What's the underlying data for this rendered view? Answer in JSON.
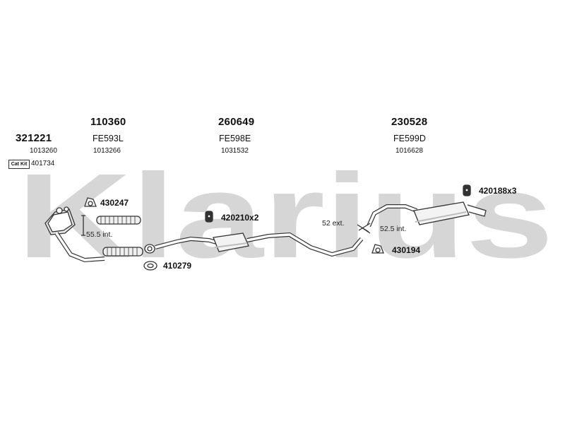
{
  "watermark": {
    "text": "Klarius",
    "color": "#d4d4d4"
  },
  "sections": [
    {
      "code": "321221",
      "ref": "1013260"
    },
    {
      "code": "110360",
      "model": "FE593L",
      "ref": "1013266"
    },
    {
      "code": "260649",
      "model": "FE598E",
      "ref": "1031532"
    },
    {
      "code": "230528",
      "model": "FE599D",
      "ref": "1016628"
    }
  ],
  "catkit": {
    "badge": "Cat Kit",
    "ref": "401734"
  },
  "parts": {
    "clamp_430247": "430247",
    "rubber_420210": "420210x2",
    "gasket_410279": "410279",
    "rubber_420188": "420188x3",
    "clamp_430194": "430194"
  },
  "dimensions": {
    "d1": "55.5 int.",
    "d2": "52 ext.",
    "d3": "52.5 int."
  },
  "colors": {
    "line": "#333333",
    "fill": "#ffffff",
    "shade": "#bdbdbd"
  }
}
